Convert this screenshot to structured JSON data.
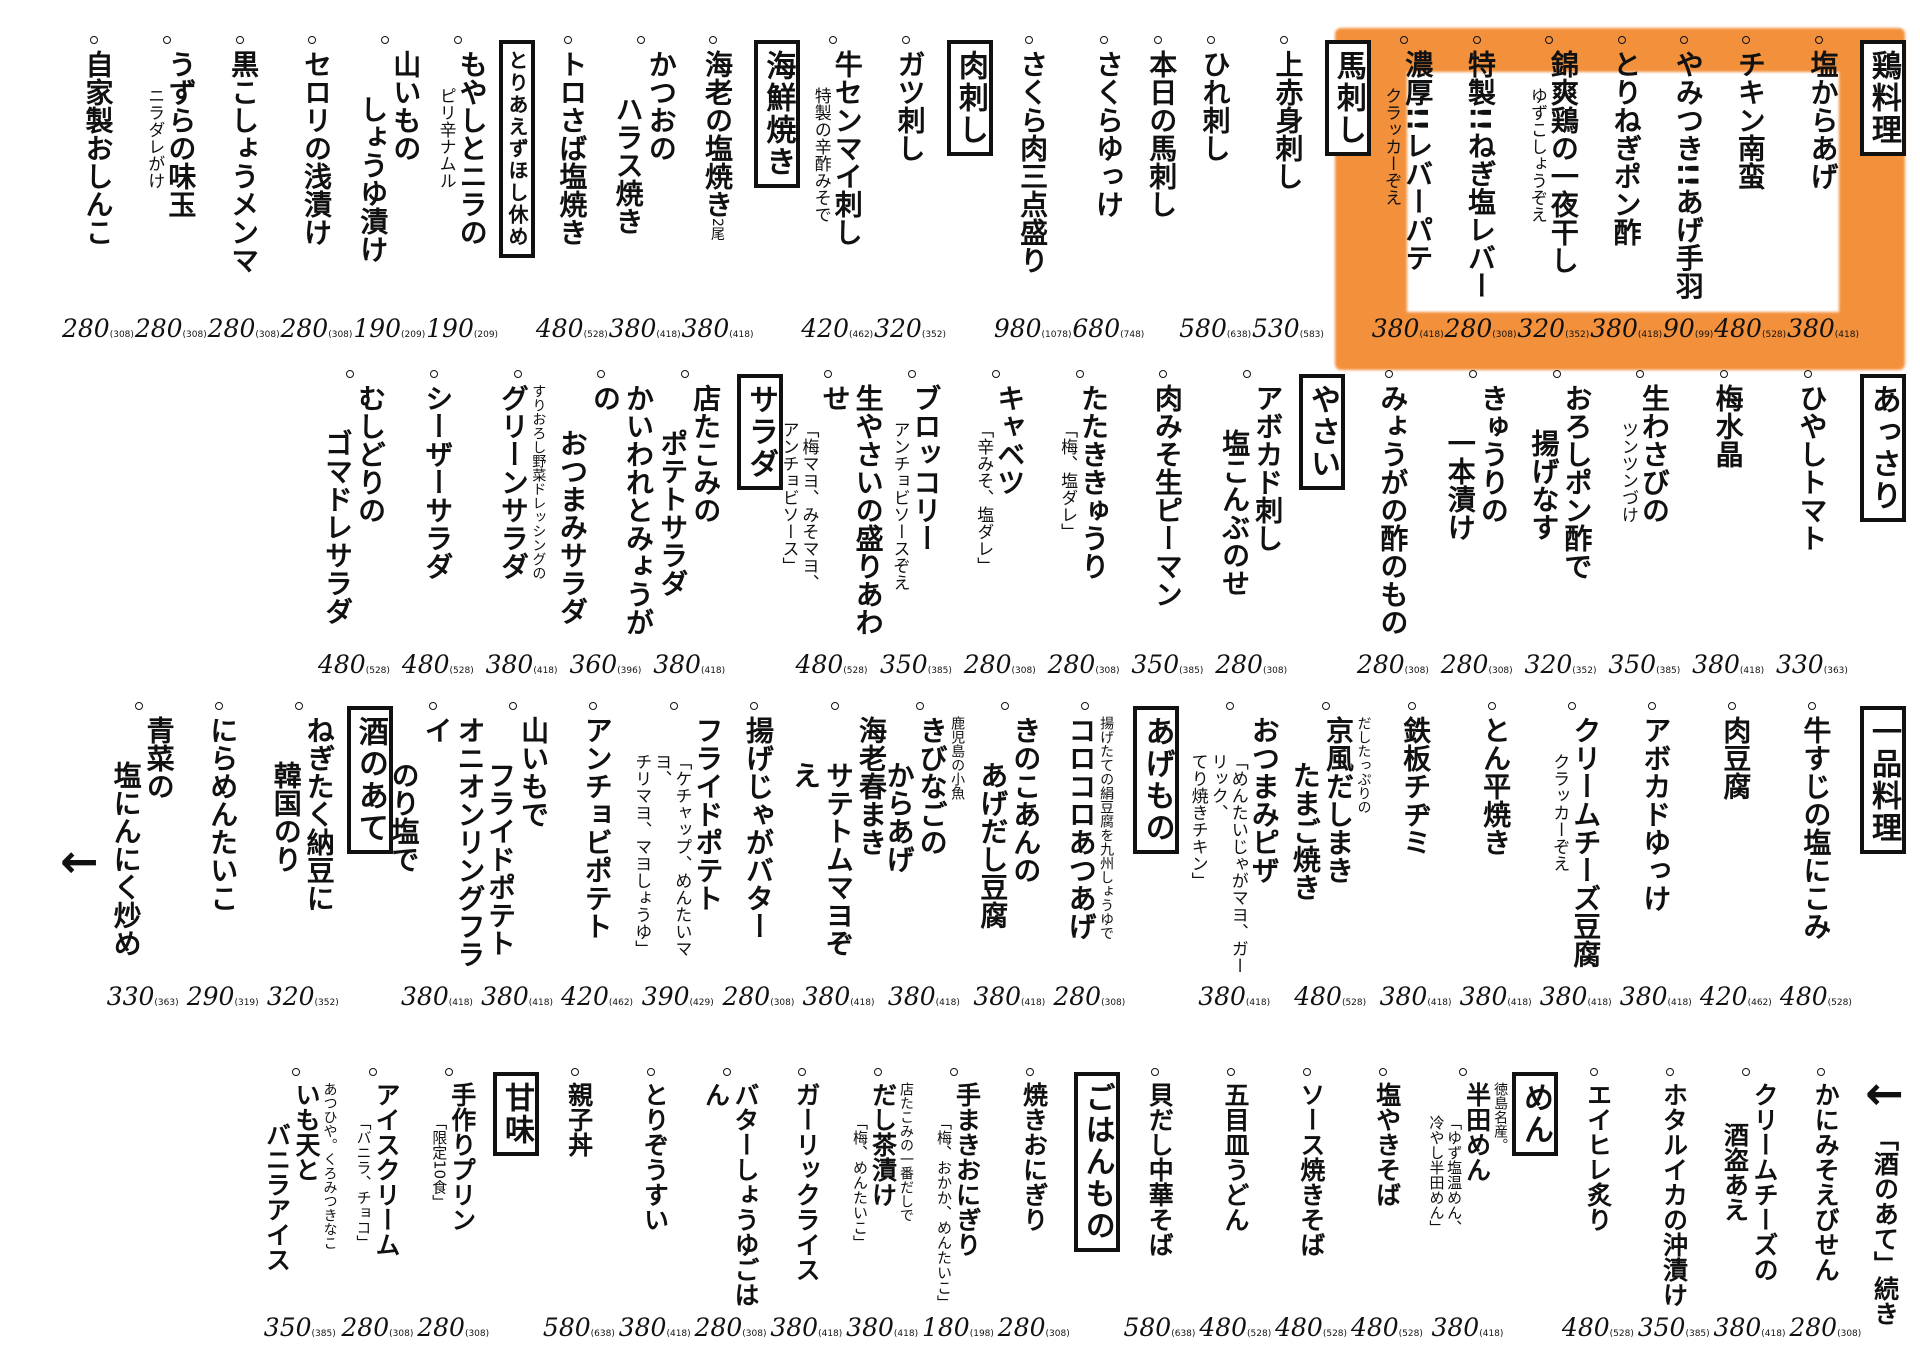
{
  "accent_color": "#f3872c",
  "bands": [
    {
      "sections": [
        {
          "header": "鶏料理",
          "items": [
            {
              "name": [
                "塩からあげ"
              ],
              "price": "380",
              "tax": "(418)"
            },
            {
              "name": [
                "チキン南蛮"
              ],
              "price": "480",
              "tax": "(528)"
            },
            {
              "name": [
                "やみつき!!あげ手羽"
              ],
              "price": "90",
              "tax": "(99)"
            },
            {
              "name": [
                "とりねぎポン酢"
              ],
              "price": "380",
              "tax": "(418)"
            },
            {
              "name": [
                "錦爽鶏の一夜干し"
              ],
              "sub": [
                "ゆずこしょうぞえ"
              ],
              "price": "320",
              "tax": "(352)"
            },
            {
              "name": [
                "特製!!ねぎ塩レバー"
              ],
              "price": "280",
              "tax": "(308)"
            },
            {
              "name": [
                "濃厚!!レバーパテ"
              ],
              "sub": [
                "クラッカーぞえ"
              ],
              "price": "380",
              "tax": "(418)"
            }
          ]
        },
        {
          "header": "馬刺し",
          "items": [
            {
              "name": [
                "上赤身刺し"
              ],
              "price": "530",
              "tax": "(583)"
            },
            {
              "name": [
                "ひれ刺し"
              ],
              "price": "580",
              "tax": "(638)"
            },
            {
              "name": [
                "本日の馬刺し"
              ]
            },
            {
              "name": [
                "さくらゆっけ"
              ],
              "price": "680",
              "tax": "(748)"
            },
            {
              "name": [
                "さくら肉三点盛り"
              ],
              "price": "980",
              "tax": "(1078)"
            }
          ]
        },
        {
          "header": "肉刺し",
          "items": [
            {
              "name": [
                "ガツ刺し"
              ],
              "price": "320",
              "tax": "(352)"
            },
            {
              "name": [
                "牛センマイ刺し"
              ],
              "sub": [
                "特製の辛酢みそで"
              ],
              "price": "420",
              "tax": "(462)"
            }
          ]
        },
        {
          "header": "海鮮焼き",
          "items": [
            {
              "name": [
                "海老の塩焼き"
              ],
              "note": "2尾",
              "price": "380",
              "tax": "(418)"
            },
            {
              "name": [
                "かつおの",
                "ハラス焼き"
              ],
              "price": "380",
              "tax": "(418)"
            },
            {
              "name": [
                "トロさば塩焼き"
              ],
              "price": "480",
              "tax": "(528)"
            }
          ]
        },
        {
          "header": "とりあえずほし休め",
          "header_small": true,
          "items": [
            {
              "name": [
                "もやしとニラの"
              ],
              "sub": [
                "ピリ辛ナムル"
              ],
              "price": "190",
              "tax": "(209)"
            },
            {
              "name": [
                "山いもの",
                "しょうゆ漬け"
              ],
              "price": "190",
              "tax": "(209)"
            },
            {
              "name": [
                "セロリの浅漬け"
              ],
              "price": "280",
              "tax": "(308)"
            },
            {
              "name": [
                "黒こしょうメンマ"
              ],
              "price": "280",
              "tax": "(308)"
            },
            {
              "name": [
                "うずらの味玉"
              ],
              "sub": [
                "ニラダレがけ"
              ],
              "price": "280",
              "tax": "(308)"
            },
            {
              "name": [
                "自家製おしんこ"
              ],
              "price": "280",
              "tax": "(308)"
            }
          ]
        }
      ]
    },
    {
      "sections": [
        {
          "header": "あっさり",
          "items": [
            {
              "name": [
                "ひやしトマト"
              ],
              "price": "330",
              "tax": "(363)"
            },
            {
              "name": [
                "梅水晶"
              ],
              "price": "380",
              "tax": "(418)"
            },
            {
              "name": [
                "生わさびの"
              ],
              "sub": [
                "ツンツンづけ"
              ],
              "price": "350",
              "tax": "(385)"
            },
            {
              "name": [
                "おろしポン酢で",
                "揚げなす"
              ],
              "price": "320",
              "tax": "(352)"
            },
            {
              "name": [
                "きゅうりの",
                "一本漬け"
              ],
              "price": "280",
              "tax": "(308)"
            },
            {
              "name": [
                "みょうがの酢のもの"
              ],
              "price": "280",
              "tax": "(308)"
            }
          ]
        },
        {
          "header": "やさい",
          "items": [
            {
              "name": [
                "アボカド刺し",
                "塩こんぶのせ"
              ],
              "price": "280",
              "tax": "(308)"
            },
            {
              "name": [
                "肉みそ生ピーマン"
              ],
              "price": "350",
              "tax": "(385)"
            },
            {
              "name": [
                "たたききゅうり"
              ],
              "sub": [
                "「梅、塩ダレ」"
              ],
              "price": "280",
              "tax": "(308)"
            },
            {
              "name": [
                "キャベツ"
              ],
              "sub": [
                "「辛みそ、塩ダレ」"
              ],
              "price": "280",
              "tax": "(308)"
            },
            {
              "name": [
                "ブロッコリー"
              ],
              "sub": [
                "アンチョビソースぞえ"
              ],
              "price": "350",
              "tax": "(385)"
            },
            {
              "name": [
                "生やさいの盛りあわせ"
              ],
              "sub": [
                "「梅マヨ、みそマヨ、",
                "アンチョビソース」"
              ],
              "price": "480",
              "tax": "(528)"
            }
          ]
        },
        {
          "header": "サラダ",
          "items": [
            {
              "name": [
                "店たこみの",
                "ポテトサラダ"
              ],
              "price": "380",
              "tax": "(418)"
            },
            {
              "name": [
                "かいわれとみょうがの",
                "おつまみサラダ"
              ],
              "price": "360",
              "tax": "(396)"
            },
            {
              "pre": "すりおろし野菜ドレッシングの",
              "name": [
                "グリーンサラダ"
              ],
              "price": "380",
              "tax": "(418)"
            },
            {
              "name": [
                "シーザーサラダ"
              ],
              "price": "480",
              "tax": "(528)"
            },
            {
              "name": [
                "むしどりの",
                "ゴマドレサラダ"
              ],
              "price": "480",
              "tax": "(528)"
            }
          ]
        }
      ]
    },
    {
      "sections": [
        {
          "header": "一品料理",
          "items": [
            {
              "name": [
                "牛すじの塩にこみ"
              ],
              "price": "480",
              "tax": "(528)"
            },
            {
              "name": [
                "肉豆腐"
              ],
              "price": "420",
              "tax": "(462)"
            },
            {
              "name": [
                "アボカドゆっけ"
              ],
              "price": "380",
              "tax": "(418)"
            },
            {
              "name": [
                "クリームチーズ豆腐"
              ],
              "sub": [
                "クラッカーぞえ"
              ],
              "price": "380",
              "tax": "(418)"
            },
            {
              "name": [
                "とん平焼き"
              ],
              "price": "380",
              "tax": "(418)"
            },
            {
              "name": [
                "鉄板チヂミ"
              ],
              "price": "380",
              "tax": "(418)"
            },
            {
              "pre": "だしたっぷりの",
              "name": [
                "京風だしまき",
                "たまご焼き"
              ],
              "price": "480",
              "tax": "(528)"
            },
            {
              "name": [
                "おつまみピザ"
              ],
              "sub": [
                "「めんたいじゃがマヨ、ガーリック、",
                "てり焼きチキン」"
              ],
              "price": "380",
              "tax": "(418)"
            }
          ]
        },
        {
          "header": "あげもの",
          "items": [
            {
              "pre": "揚げたての絹豆腐を九州しょうゆで",
              "name": [
                "コロコロあつあげ"
              ],
              "price": "280",
              "tax": "(308)"
            },
            {
              "name": [
                "きのこあんの",
                "あげだし豆腐"
              ],
              "price": "380",
              "tax": "(418)"
            },
            {
              "pre": "鹿児島の小魚",
              "name": [
                "きびなごの",
                "からあげ"
              ],
              "price": "380",
              "tax": "(418)"
            },
            {
              "name": [
                "海老春まき",
                "サテトムマヨぞえ"
              ],
              "price": "380",
              "tax": "(418)"
            },
            {
              "name": [
                "揚げじゃがバター"
              ],
              "price": "280",
              "tax": "(308)"
            },
            {
              "name": [
                "フライドポテト"
              ],
              "sub": [
                "「ケチャップ、めんたいマヨ、",
                "チリマヨ、マヨしょうゆ」"
              ],
              "price": "390",
              "tax": "(429)"
            },
            {
              "name": [
                "アンチョビポテト"
              ],
              "price": "420",
              "tax": "(462)"
            },
            {
              "name": [
                "山いもで",
                "フライドポテト"
              ],
              "price": "380",
              "tax": "(418)"
            },
            {
              "name": [
                "オニオンリングフライ",
                "のり塩で"
              ],
              "price": "380",
              "tax": "(418)"
            }
          ]
        },
        {
          "header": "酒のあて",
          "items": [
            {
              "name": [
                "ねぎたく納豆に",
                "韓国のり"
              ],
              "price": "320",
              "tax": "(352)"
            },
            {
              "name": [
                "にらめんたいこ"
              ],
              "price": "290",
              "tax": "(319)"
            },
            {
              "name": [
                "青菜の",
                "塩にんにく炒め"
              ],
              "price": "330",
              "tax": "(363)"
            }
          ]
        }
      ],
      "tail_arrow": "←"
    },
    {
      "lead": {
        "arrow": "←",
        "text": "「酒のあて」続き"
      },
      "sections": [
        {
          "items": [
            {
              "name": [
                "かにみそえびせん"
              ],
              "price": "280",
              "tax": "(308)"
            },
            {
              "name": [
                "クリームチーズの",
                "酒盗あえ"
              ],
              "price": "380",
              "tax": "(418)"
            },
            {
              "name": [
                "ホタルイカの沖漬け"
              ],
              "price": "350",
              "tax": "(385)"
            },
            {
              "name": [
                "エイヒレ炙り"
              ],
              "price": "480",
              "tax": "(528)"
            }
          ]
        },
        {
          "header": "めん",
          "items": [
            {
              "pre": "徳島名産。",
              "name": [
                "半田めん"
              ],
              "sub": [
                "「ゆず塩温めん、",
                "冷やし半田めん」"
              ],
              "price": "380",
              "tax": "(418)"
            },
            {
              "name": [
                "塩やきそば"
              ],
              "price": "480",
              "tax": "(528)"
            },
            {
              "name": [
                "ソース焼きそば"
              ],
              "price": "480",
              "tax": "(528)"
            },
            {
              "name": [
                "五目皿うどん"
              ],
              "price": "480",
              "tax": "(528)"
            },
            {
              "name": [
                "貝だし中華そば"
              ],
              "price": "580",
              "tax": "(638)"
            }
          ]
        },
        {
          "header": "ごはんもの",
          "items": [
            {
              "name": [
                "焼きおにぎり"
              ],
              "price": "280",
              "tax": "(308)"
            },
            {
              "name": [
                "手まきおにぎり"
              ],
              "sub": [
                "「梅、おかか、めんたいこ」"
              ],
              "price": "180",
              "tax": "(198)"
            },
            {
              "pre": "店たこみの一番だしで",
              "name": [
                "だし茶漬け"
              ],
              "sub": [
                "「梅、めんたいこ」"
              ],
              "price": "380",
              "tax": "(418)"
            },
            {
              "name": [
                "ガーリックライス"
              ],
              "price": "380",
              "tax": "(418)"
            },
            {
              "name": [
                "バターしょうゆごはん"
              ],
              "price": "280",
              "tax": "(308)"
            },
            {
              "name": [
                "とりぞうすい"
              ],
              "price": "380",
              "tax": "(418)"
            },
            {
              "name": [
                "親子丼"
              ],
              "price": "580",
              "tax": "(638)"
            }
          ]
        },
        {
          "header": "甘味",
          "items": [
            {
              "name": [
                "手作りプリン"
              ],
              "sub": [
                "「限定10食」"
              ],
              "price": "280",
              "tax": "(308)"
            },
            {
              "name": [
                "アイスクリーム"
              ],
              "sub": [
                "「バニラ、チョコ」"
              ],
              "price": "280",
              "tax": "(308)"
            },
            {
              "pre": "あつひや。くろみつきなこ",
              "name": [
                "いも天と",
                "バニラアイス"
              ],
              "price": "350",
              "tax": "(385)"
            }
          ]
        }
      ]
    }
  ]
}
